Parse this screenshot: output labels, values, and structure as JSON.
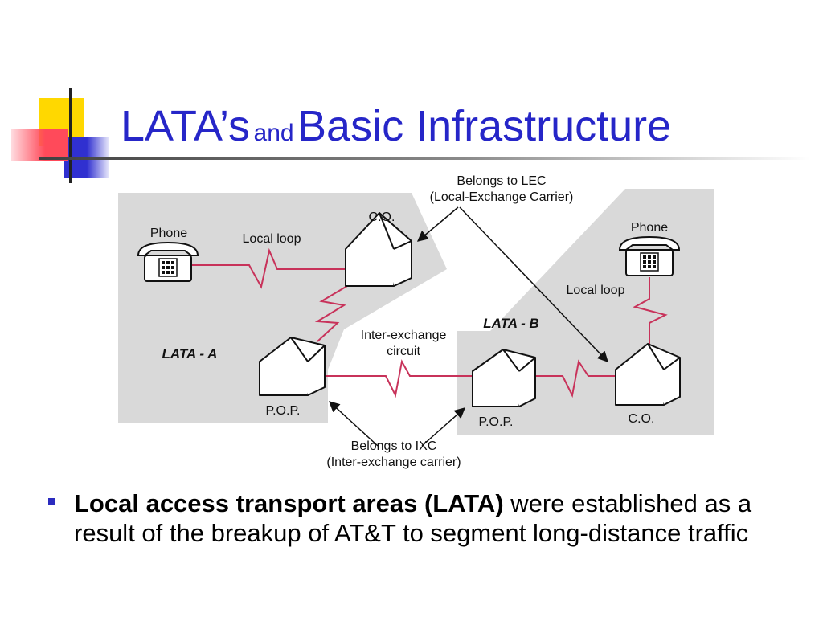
{
  "slide": {
    "title_part1": "LATA’s",
    "title_part2": "and",
    "title_part3": "Basic Infrastructure",
    "bullet_bold": "Local access transport areas (LATA)",
    "bullet_rest": " were established as a result of the breakup of AT&T to segment long-distance traffic"
  },
  "diagram": {
    "lec_line1": "Belongs to LEC",
    "lec_line2": "(Local-Exchange Carrier)",
    "ixc_line1": "Belongs to IXC",
    "ixc_line2": "(Inter-exchange carrier)",
    "phone_a": "Phone",
    "phone_b": "Phone",
    "local_loop_a": "Local loop",
    "local_loop_b": "Local loop",
    "co_a": "C.O.",
    "co_b": "C.O.",
    "pop_a": "P.O.P.",
    "pop_b": "P.O.P.",
    "lata_a": "LATA - A",
    "lata_b": "LATA - B",
    "interexchange_line1": "Inter-exchange",
    "interexchange_line2": "circuit"
  },
  "colors": {
    "title": "#2626c8",
    "region_fill": "#d9d9d9",
    "wire": "#c8325a",
    "bullet": "#2b2bbf"
  }
}
